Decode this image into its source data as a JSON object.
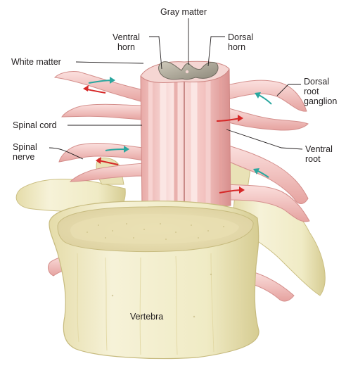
{
  "labels": {
    "gray_matter": "Gray matter",
    "ventral_horn": [
      "Ventral",
      "horn"
    ],
    "dorsal_horn": [
      "Dorsal",
      "horn"
    ],
    "white_matter": "White matter",
    "dorsal_root_ganglion": [
      "Dorsal",
      "root",
      "ganglion"
    ],
    "spinal_cord": "Spinal cord",
    "spinal_nerve": [
      "Spinal",
      "nerve"
    ],
    "ventral_root": [
      "Ventral",
      "root"
    ],
    "vertebra": "Vertebra"
  },
  "colors": {
    "cord_pink": "#f3c3c0",
    "cord_light": "#fbe4e2",
    "cord_shadow": "#d88f8d",
    "gray_matter": "#9a9588",
    "bone": "#f1ecc6",
    "bone_shadow": "#d3c98c",
    "sensory_arrow": "#2aa79f",
    "motor_arrow": "#d62828",
    "leader_line": "#231f20"
  }
}
